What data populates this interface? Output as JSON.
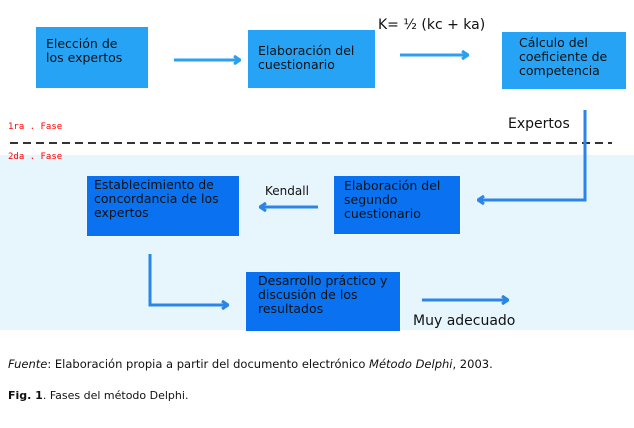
{
  "phases": {
    "first": "1ra . Fase",
    "second": "2da . Fase"
  },
  "boxes": {
    "b1": "Elección de los expertos",
    "b2": "Elaboración del cuestionario",
    "b3": "Cálculo del coeficiente de competencia",
    "b4": "Elaboración del segundo cuestionario",
    "b5": "Establecimiento de concordancia de los expertos",
    "b6": "Desarrollo práctico y discusión de los resultados"
  },
  "labels": {
    "formula": "K= ½ (kc + ka)",
    "expertos": "Expertos",
    "kendall": "Kendall",
    "muy_adecuado": "Muy adecuado"
  },
  "caption": {
    "source_prefix": "Fuente",
    "source_text": ": Elaboración propia a partir del documento electrónico ",
    "source_title": "Método Delphi",
    "source_year": ", 2003.",
    "fig_label": "Fig. 1",
    "fig_text": ". Fases del método Delphi."
  },
  "colors": {
    "top_box": "#26a3f5",
    "bottom_box": "#0a72f0",
    "band": "#e6f6fc",
    "arrow_top": "#2aa0ef",
    "arrow_bottom": "#2a85e8",
    "phase": "#ff0000"
  }
}
